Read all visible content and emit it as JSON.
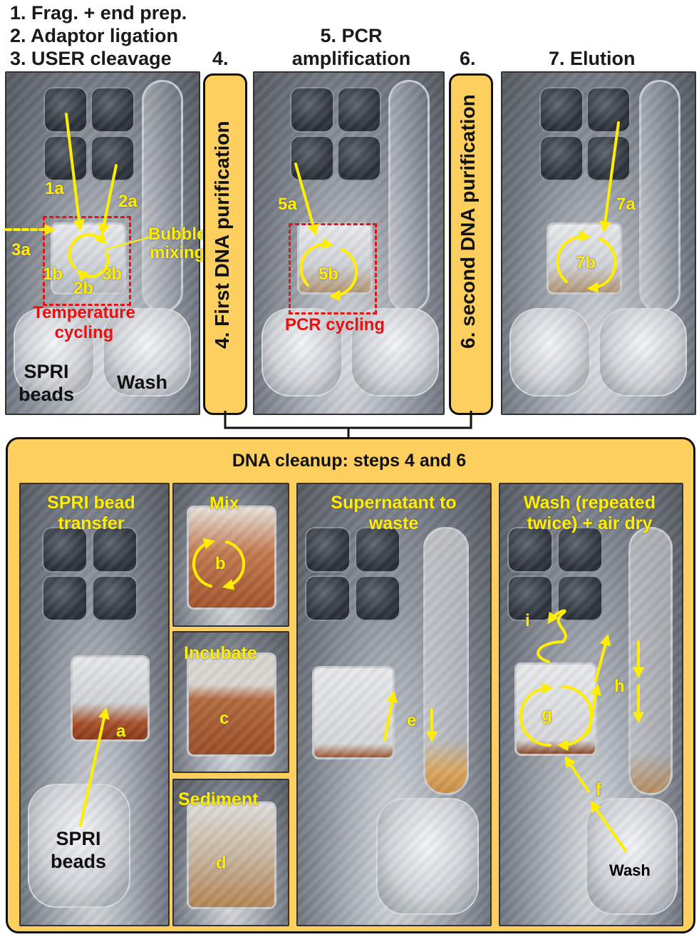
{
  "top_headers": {
    "step123": [
      "1. Frag. + end prep.",
      "2. Adaptor ligation",
      "3. USER cleavage"
    ],
    "step4": "4.",
    "step5": [
      "5. PCR",
      "amplification"
    ],
    "step6": "6.",
    "step7": "7. Elution"
  },
  "vertical_labels": {
    "first": "4. First  DNA purification",
    "second": "6. second  DNA purification"
  },
  "panel1": {
    "labels": [
      "1a",
      "2a",
      "3a",
      "1b",
      "2b",
      "3b"
    ],
    "bubble": [
      "Bubble",
      "mixing"
    ],
    "temperature": [
      "Temperature",
      "cycling"
    ],
    "spri": [
      "SPRI",
      "beads"
    ],
    "wash": "Wash"
  },
  "panel5": {
    "labels": [
      "5a",
      "5b"
    ],
    "pcr_cycling": "PCR cycling"
  },
  "panel7": {
    "labels": [
      "7a",
      "7b"
    ]
  },
  "cleanup": {
    "title": "DNA cleanup: steps 4 and 6",
    "transfer": {
      "title": [
        "SPRI bead",
        "transfer"
      ],
      "label": "a",
      "beads": [
        "SPRI",
        "beads"
      ]
    },
    "mix": {
      "title": "Mix",
      "label": "b"
    },
    "incubate": {
      "title": "Incubate",
      "label": "c"
    },
    "sediment": {
      "title": "Sediment",
      "label": "d"
    },
    "supernatant": {
      "title": [
        "Supernatant to",
        "waste"
      ],
      "label": "e"
    },
    "wash": {
      "title": [
        "Wash (repeated",
        "twice) + air dry"
      ],
      "labels": [
        "i",
        "g",
        "h",
        "f"
      ],
      "wash_label": "Wash"
    }
  },
  "colors": {
    "yellow": "#ffee00",
    "red": "#e01515",
    "pill": "#fdcf5e"
  }
}
